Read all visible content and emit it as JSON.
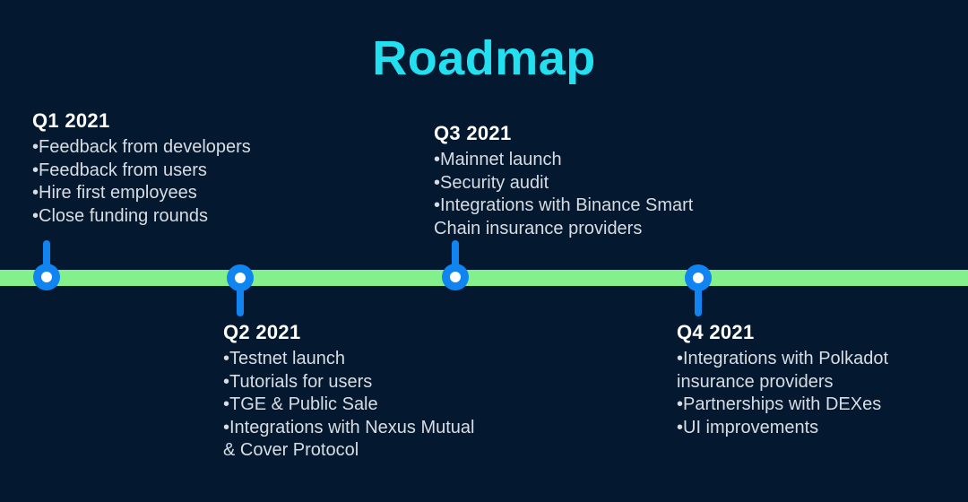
{
  "page": {
    "title": "Roadmap",
    "background_color": "#041830",
    "title_color": "#22E0F0",
    "timeline_color": "#84F08C",
    "marker_color": "#1084F0",
    "marker_dot_color": "#FFFFFF",
    "heading_color": "#FFFFFF",
    "body_color": "#D8DDE3"
  },
  "quarters": [
    {
      "heading": "Q1 2021",
      "position": "above",
      "items": [
        "•Feedback from developers",
        "•Feedback from users",
        "•Hire first employees",
        "•Close funding rounds"
      ]
    },
    {
      "heading": "Q2 2021",
      "position": "below",
      "items": [
        "•Testnet launch",
        "•Tutorials for users",
        "•TGE & Public Sale",
        "•Integrations with Nexus Mutual\n& Cover Protocol"
      ]
    },
    {
      "heading": "Q3 2021",
      "position": "above",
      "items": [
        "•Mainnet launch",
        "•Security audit",
        "•Integrations with Binance Smart\nChain insurance providers"
      ]
    },
    {
      "heading": "Q4 2021",
      "position": "below",
      "items": [
        "•Integrations with Polkadot\ninsurance providers",
        "•Partnerships with DEXes",
        "•UI improvements"
      ]
    }
  ],
  "markers": [
    {
      "label": "q1-marker",
      "direction": "up"
    },
    {
      "label": "q2-marker",
      "direction": "down"
    },
    {
      "label": "q3-marker",
      "direction": "up"
    },
    {
      "label": "q4-marker",
      "direction": "down"
    }
  ]
}
